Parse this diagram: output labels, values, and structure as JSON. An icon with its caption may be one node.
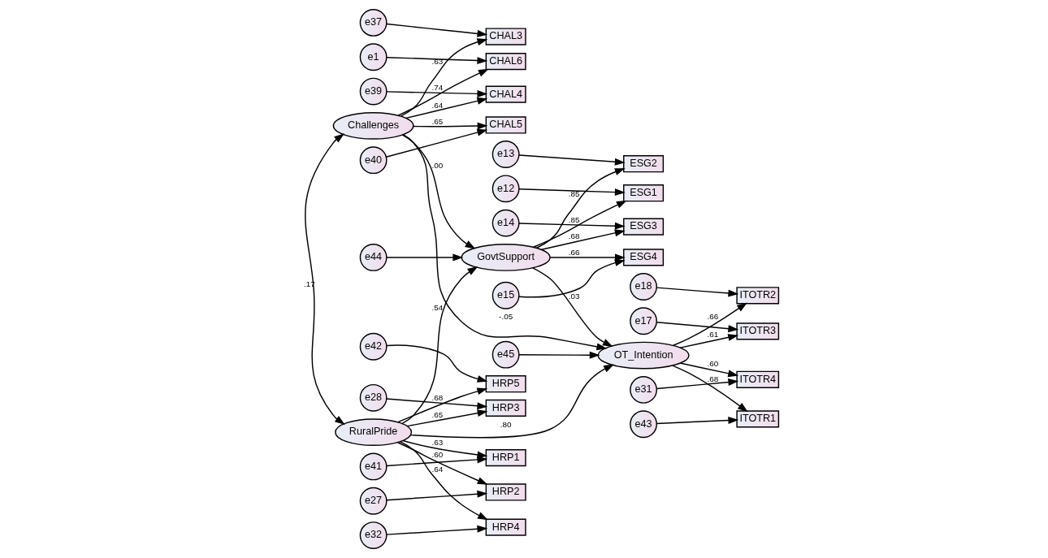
{
  "diagram": {
    "nodes": [
      {
        "text": [
          "e1"
        ]
      },
      {
        "text": [
          "CHAL6"
        ]
      },
      {
        "text": [
          "e37"
        ]
      },
      {
        "text": [
          "CHAL3"
        ]
      },
      {
        "text": [
          "e39"
        ]
      },
      {
        "text": [
          "CHAL4"
        ]
      },
      {
        "text": [
          "e40"
        ]
      },
      {
        "text": [
          "CHAL5"
        ]
      },
      {
        "text": [
          "e42"
        ]
      },
      {
        "text": [
          "HRP5"
        ]
      },
      {
        "text": [
          "e41"
        ]
      },
      {
        "text": [
          "HRP1"
        ]
      },
      {
        "text": [
          "e32"
        ]
      },
      {
        "text": [
          "HRP4"
        ]
      },
      {
        "text": [
          "e28"
        ]
      },
      {
        "text": [
          "HRP3"
        ]
      },
      {
        "text": [
          "e27"
        ]
      },
      {
        "text": [
          "HRP2"
        ]
      },
      {
        "text": [
          "Challenges"
        ]
      },
      {
        "text": [
          "RuralPride"
        ]
      },
      {
        "text": [
          "e12"
        ]
      },
      {
        "text": [
          "ESG1"
        ]
      },
      {
        "text": [
          "e13"
        ]
      },
      {
        "text": [
          "ESG2"
        ]
      },
      {
        "text": [
          "e14"
        ]
      },
      {
        "text": [
          "ESG3"
        ]
      },
      {
        "text": [
          "e15"
        ]
      },
      {
        "text": [
          "ESG4"
        ]
      },
      {
        "text": [
          "GovtSupport"
        ]
      },
      {
        "text": [
          "e44"
        ]
      },
      {
        "text": [
          "e45"
        ]
      },
      {
        "text": [
          "OT_Intention"
        ]
      },
      {
        "text": [
          "ITOTR2"
        ]
      },
      {
        "text": [
          "e18"
        ]
      },
      {
        "text": [
          "ITOTR3"
        ]
      },
      {
        "text": [
          "e17"
        ]
      },
      {
        "text": [
          "ITOTR4"
        ]
      },
      {
        "text": [
          "e31"
        ]
      },
      {
        "text": [
          "ITOTR1"
        ]
      },
      {
        "text": [
          "e43"
        ]
      }
    ],
    "edges": [
      {
        "from": 0,
        "to": 1,
        "arrow": "to"
      },
      {
        "from": 2,
        "to": 3,
        "arrow": "to"
      },
      {
        "from": 4,
        "to": 5,
        "arrow": "to"
      },
      {
        "from": 6,
        "to": 7,
        "arrow": "to"
      },
      {
        "from": 8,
        "to": 9,
        "arrow": "to"
      },
      {
        "from": 10,
        "to": 11,
        "arrow": "to"
      },
      {
        "from": 12,
        "to": 13,
        "arrow": "to"
      },
      {
        "from": 14,
        "to": 15,
        "arrow": "to"
      },
      {
        "from": 16,
        "to": 17,
        "arrow": "to"
      },
      {
        "from": 18,
        "to": 1,
        "arrow": "to",
        "label": ".74"
      },
      {
        "from": 18,
        "to": 3,
        "arrow": "to",
        "label": ".63"
      },
      {
        "from": 18,
        "to": 5,
        "arrow": "to",
        "label": ".64"
      },
      {
        "from": 18,
        "to": 7,
        "arrow": "to",
        "label": ".65"
      },
      {
        "from": 19,
        "to": 9,
        "arrow": "to",
        "label": ".68"
      },
      {
        "from": 19,
        "to": 11,
        "arrow": "to",
        "label": ".63"
      },
      {
        "from": 19,
        "to": 13,
        "arrow": "to",
        "label": ".64"
      },
      {
        "from": 19,
        "to": 15,
        "arrow": "to",
        "label": ".65"
      },
      {
        "from": 19,
        "to": 17,
        "arrow": "to",
        "label": ".60"
      },
      {
        "from": 18,
        "to": 19,
        "arrow": "both",
        "label": ".17"
      },
      {
        "from": 20,
        "to": 21,
        "arrow": "to"
      },
      {
        "from": 22,
        "to": 23,
        "arrow": "to"
      },
      {
        "from": 24,
        "to": 25,
        "arrow": "to"
      },
      {
        "from": 26,
        "to": 27,
        "arrow": "to"
      },
      {
        "from": 28,
        "to": 21,
        "arrow": "to",
        "label": ".85"
      },
      {
        "from": 28,
        "to": 23,
        "arrow": "to",
        "label": ".85"
      },
      {
        "from": 28,
        "to": 25,
        "arrow": "to",
        "label": ".68"
      },
      {
        "from": 28,
        "to": 27,
        "arrow": "to",
        "label": ".66"
      },
      {
        "from": 18,
        "to": 28,
        "arrow": "to",
        "label": ".00"
      },
      {
        "from": 19,
        "to": 28,
        "arrow": "to",
        "label": ".54"
      },
      {
        "from": 29,
        "to": 28,
        "arrow": "to"
      },
      {
        "from": 18,
        "to": 31,
        "arrow": "to",
        "label": "-.05"
      },
      {
        "from": 28,
        "to": 31,
        "arrow": "to",
        "label": ".03"
      },
      {
        "from": 19,
        "to": 31,
        "arrow": "to",
        "label": ".80"
      },
      {
        "from": 30,
        "to": 31,
        "arrow": "to"
      },
      {
        "from": 31,
        "to": 32,
        "arrow": "to",
        "label": ".66"
      },
      {
        "from": 31,
        "to": 34,
        "arrow": "to",
        "label": ".61"
      },
      {
        "from": 31,
        "to": 36,
        "arrow": "to",
        "label": ".60"
      },
      {
        "from": 31,
        "to": 38,
        "arrow": "to",
        "label": ".68"
      },
      {
        "from": 33,
        "to": 32,
        "arrow": "to"
      },
      {
        "from": 35,
        "to": 34,
        "arrow": "to"
      },
      {
        "from": 37,
        "to": 36,
        "arrow": "to"
      },
      {
        "from": 39,
        "to": 38,
        "arrow": "to"
      }
    ]
  }
}
